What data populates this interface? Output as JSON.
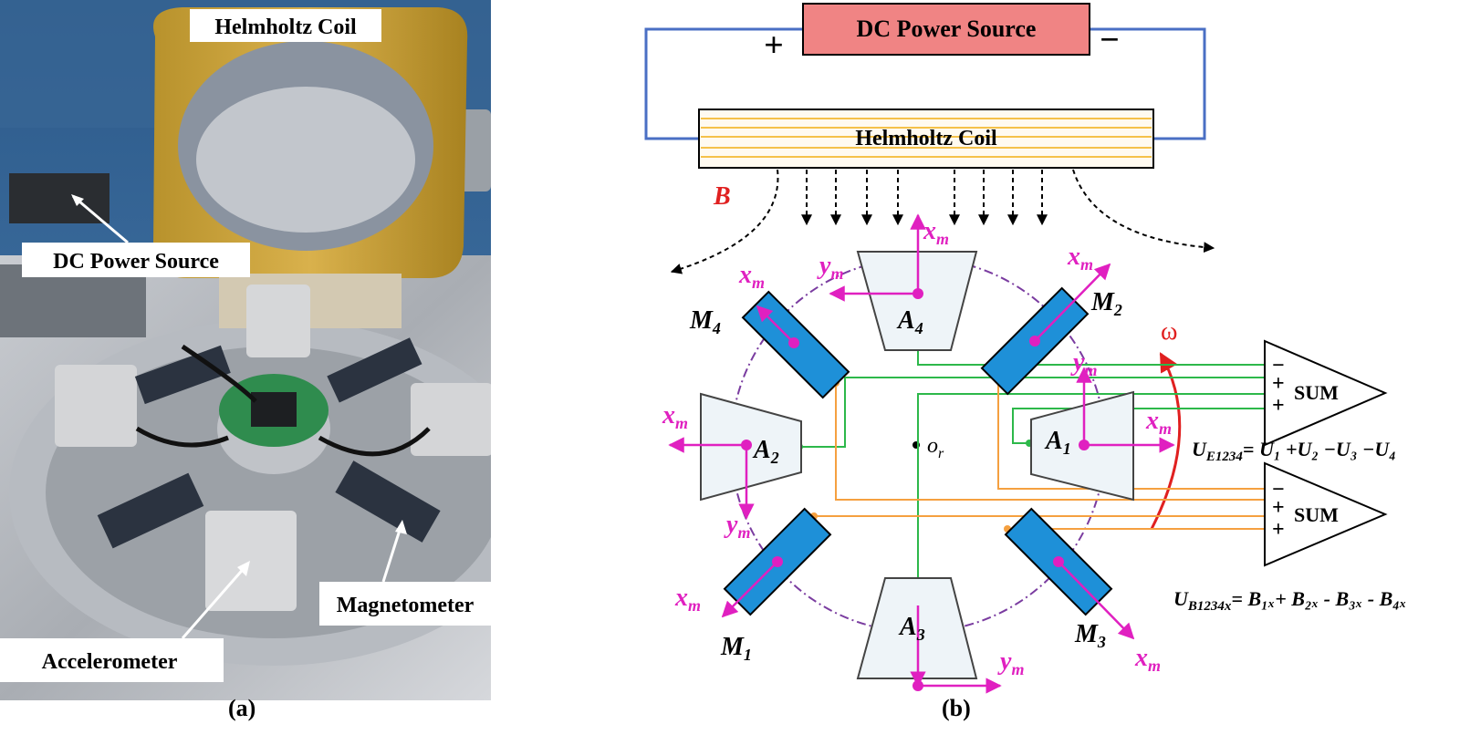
{
  "panel_a": {
    "caption": "(a)",
    "labels": {
      "helmholtz_coil": "Helmholtz Coil",
      "dc_power_source": "DC Power Source",
      "magnetometer": "Magnetometer",
      "accelerometer": "Accelerometer"
    }
  },
  "panel_b": {
    "caption": "(b)",
    "dc_power_source": "DC Power Source",
    "plus": "+",
    "minus": "−",
    "helmholtz_coil": "Helmholtz Coil",
    "field_symbol": "B",
    "rotation_symbol": "ω",
    "origin": {
      "main": "o",
      "sub": "r"
    },
    "axis": {
      "x": "x",
      "y": "y",
      "sub": "m"
    },
    "accelerometers": [
      {
        "main": "A",
        "sub": "1"
      },
      {
        "main": "A",
        "sub": "2"
      },
      {
        "main": "A",
        "sub": "3"
      },
      {
        "main": "A",
        "sub": "4"
      }
    ],
    "magnetometers": [
      {
        "main": "M",
        "sub": "1"
      },
      {
        "main": "M",
        "sub": "2"
      },
      {
        "main": "M",
        "sub": "3"
      },
      {
        "main": "M",
        "sub": "4"
      }
    ],
    "sum_label": "SUM",
    "sum_signs": [
      "−",
      "+",
      "+"
    ],
    "equation_e": {
      "lhs_main": "U",
      "lhs_sub": "E1234",
      "rhs": "= U₁ +U₂ −U₃ −U₄"
    },
    "equation_b": {
      "lhs_main": "U",
      "lhs_sub": "B1234x",
      "rhs": "= B₁ₓ+ B₂ₓ - B₃ₓ - B₄ₓ"
    }
  },
  "colors": {
    "wire_blue": "#4a6fc4",
    "power_fill": "#f08484",
    "coil_line": "#f5c14a",
    "magnetometer_fill": "#1e90d8",
    "axis_magenta": "#e020c0",
    "signal_green": "#2db84a",
    "signal_orange": "#f5a040",
    "field_red": "#e02020",
    "circle_purple": "#7a3ca0"
  }
}
